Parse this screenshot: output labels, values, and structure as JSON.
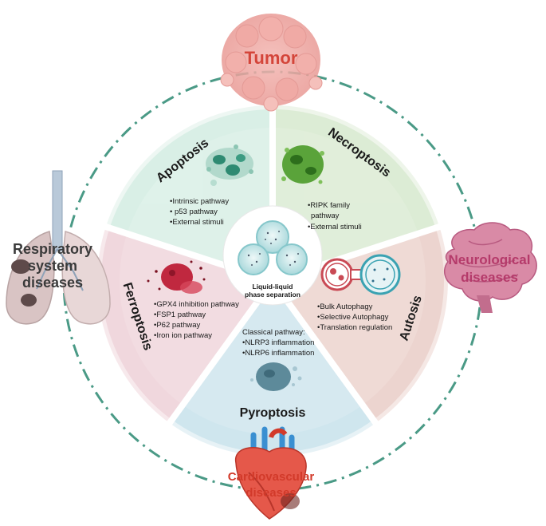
{
  "center": {
    "line1": "Liquid-liquid",
    "line2": "phase separation"
  },
  "diseases": {
    "tumor": "Tumor",
    "respiratory": {
      "line1": "Respiratory",
      "line2": "system",
      "line3": "diseases"
    },
    "neurological": {
      "line1": "Neurological",
      "line2": "diseases"
    },
    "cardiovascular": {
      "line1": "Cardiovascular",
      "line2": "diseases"
    }
  },
  "sectors": {
    "apoptosis": {
      "title": "Apoptosis",
      "items": [
        "•Intrinsic pathway",
        "• p53 pathway",
        "•External stimuli"
      ]
    },
    "necroptosis": {
      "title": "Necroptosis",
      "items": [
        "•RIPK family",
        "pathway",
        "•External stimuli"
      ]
    },
    "autosis": {
      "title": "Autosis",
      "items": [
        "•Bulk Autophagy",
        "•Selective Autophagy",
        "•Translation regulation"
      ]
    },
    "pyroptosis": {
      "title": "Pyroptosis",
      "heading": "Classical pathway:",
      "items": [
        "•NLRP3 inflammation",
        "•NLRP6 inflammation"
      ]
    },
    "ferroptosis": {
      "title": "Ferroptosis",
      "items": [
        "•GPX4 inhibition pathway",
        "•FSP1 pathway",
        "•P62 pathway",
        "•Iron ion pathway"
      ]
    }
  },
  "colors": {
    "apoptosis": "#d9efe6",
    "necroptosis": "#dcecd5",
    "autosis": "#ecd4cf",
    "pyroptosis": "#cfe6ee",
    "ferroptosis": "#f0d7dd",
    "dashed_ring": "#4a9a86",
    "tumor_text": "#d4453a",
    "neuro_text": "#b53a6a",
    "cardio_text": "#d23a2a",
    "resp_text": "#3a3a3a"
  }
}
